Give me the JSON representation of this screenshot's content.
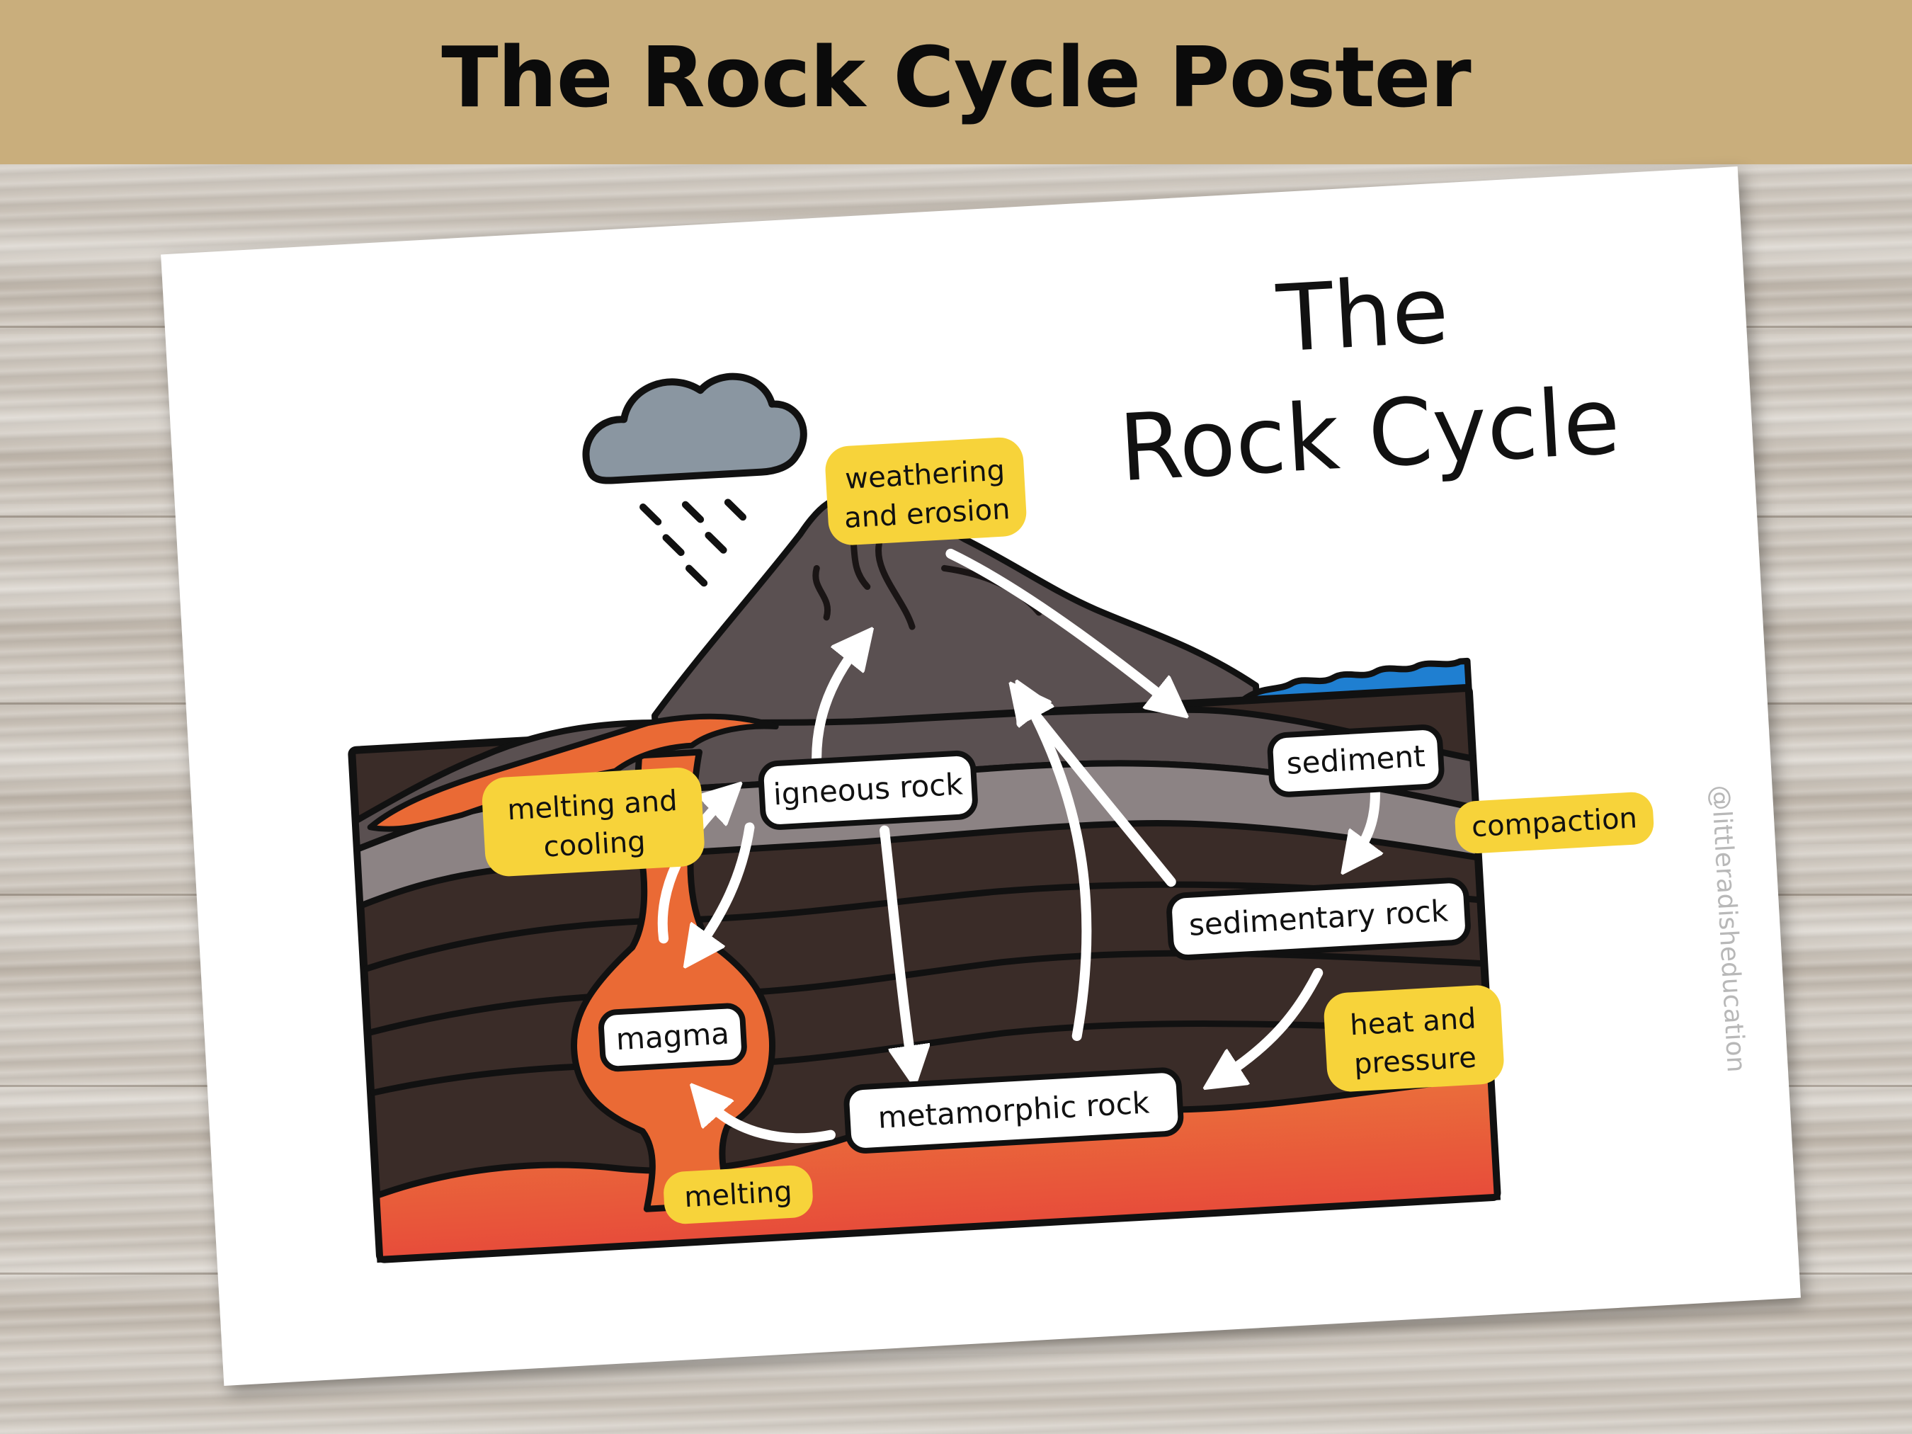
{
  "header": {
    "title": "The Rock Cycle Poster"
  },
  "poster": {
    "title_line1": "The",
    "title_line2": "Rock Cycle",
    "watermark": "@littleradisheducation"
  },
  "rock_labels": {
    "igneous": "igneous rock",
    "sediment": "sediment",
    "sedimentary": "sedimentary rock",
    "metamorphic": "metamorphic rock",
    "magma": "magma"
  },
  "process_labels": {
    "weathering_1": "weathering",
    "weathering_2": "and erosion",
    "melting_cooling_1": "melting and",
    "melting_cooling_2": "cooling",
    "compaction": "compaction",
    "heat_1": "heat and",
    "heat_2": "pressure",
    "melting": "melting"
  },
  "colors": {
    "banner": "#c9ae7c",
    "label_yellow": "#f7d33a",
    "magma": "#ea6a35",
    "water": "#1f7fd1",
    "rock_dark": "#3a2c28",
    "cloud": "#8a96a1"
  }
}
